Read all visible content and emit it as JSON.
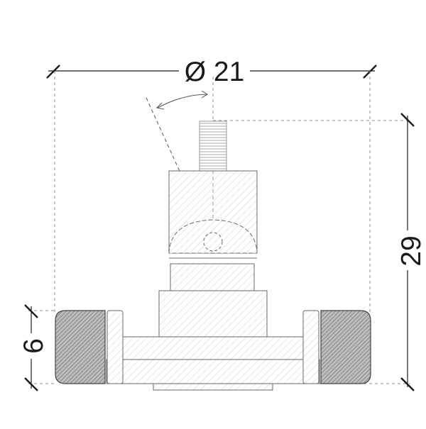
{
  "dimensions": {
    "diameter": "Ø 21",
    "height": "29",
    "thickness": "6"
  }
}
